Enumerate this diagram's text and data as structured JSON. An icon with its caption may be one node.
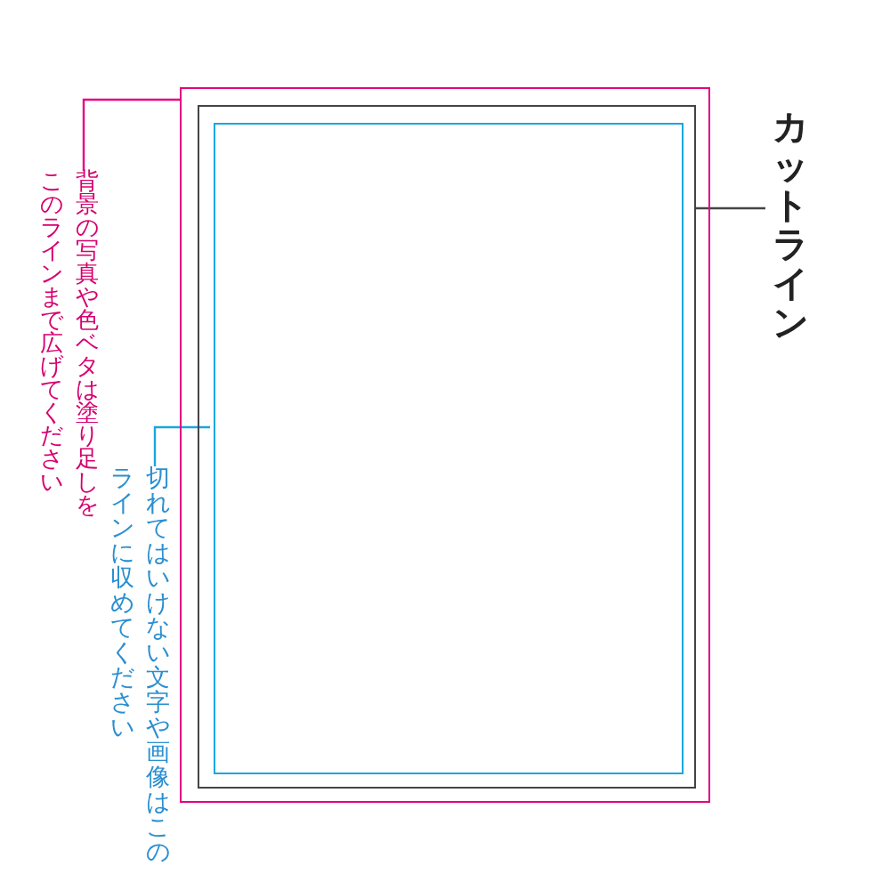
{
  "diagram": {
    "nodes": [
      {
        "text": [],
        "shape": "box"
      },
      {
        "text": [],
        "shape": "box",
        "in": 0
      },
      {
        "text": [],
        "shape": "box",
        "in": 1
      },
      {
        "text": [
          "背景の写真や色ベタは塗り足しをこのラインまで広げてください"
        ]
      },
      {
        "text": [
          "カットライン"
        ]
      },
      {
        "text": [
          "切れてはいけない文字や画像はこのラインに収めてください"
        ]
      }
    ],
    "edges": [
      {
        "from": 3,
        "to": 0,
        "arrow": "none",
        "color": "#e4007f"
      },
      {
        "from": 4,
        "to": 1,
        "arrow": "none",
        "color": "#444444"
      },
      {
        "from": 5,
        "to": 2,
        "arrow": "none",
        "color": "#1aa6e0"
      }
    ]
  }
}
